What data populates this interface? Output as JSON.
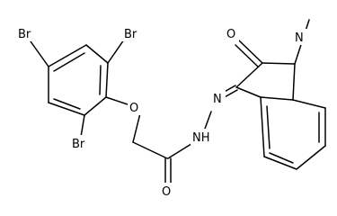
{
  "molecule": {
    "atoms": {
      "br_top_left": "Br",
      "br_top_right": "Br",
      "br_bottom": "Br",
      "o_ether": "O",
      "o_carbonyl": "O",
      "o_lactam": "O",
      "n_lactam": "N",
      "n_hydrazone": "N",
      "nh_hydrazide": "NH"
    }
  }
}
